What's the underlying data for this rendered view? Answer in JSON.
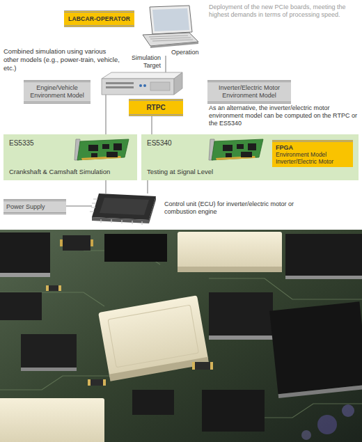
{
  "diagram": {
    "caption": "Deployment of the new PCIe boards, meeting the highest demands in terms of processing speed.",
    "nodes": [
      {
        "text": [
          "LABCAR-OPERATOR"
        ]
      },
      {
        "text": [
          "Operation"
        ]
      },
      {
        "text": [
          "Engine/Vehicle Environment Model"
        ]
      },
      {
        "text": [
          "Simulation Target"
        ]
      },
      {
        "text": [
          "Inverter/Electric Motor Environment Model"
        ]
      },
      {
        "text": [
          "RTPC"
        ]
      },
      {
        "text": [
          "ES5335",
          "Crankshaft & Camshaft Simulation"
        ]
      },
      {
        "text": [
          "ES5340",
          "Testing at Signal Level"
        ]
      },
      {
        "text": [
          "FPGA",
          "Environment Model Inverter/Electric Motor"
        ],
        "in": 7
      },
      {
        "text": [
          "Power Supply"
        ]
      },
      {
        "text": [
          "Control unit (ECU) for inverter/electric motor or combustion engine"
        ]
      }
    ],
    "edges": [
      {
        "from": 1,
        "to": 3,
        "arrow": "none"
      },
      {
        "from": 3,
        "to": 6,
        "arrow": "none"
      },
      {
        "from": 5,
        "to": 7,
        "arrow": "none"
      },
      {
        "from": 6,
        "to": 10,
        "arrow": "none"
      },
      {
        "from": 7,
        "to": 10,
        "arrow": "none"
      },
      {
        "from": 9,
        "to": 10,
        "arrow": "none"
      }
    ],
    "labels": [
      "Combined simulation using various other models (e.g., power-train, vehicle, etc.)",
      "As an alternative, the inverter/electric motor environment model can be computed on the RTPC or the ES5340"
    ]
  }
}
